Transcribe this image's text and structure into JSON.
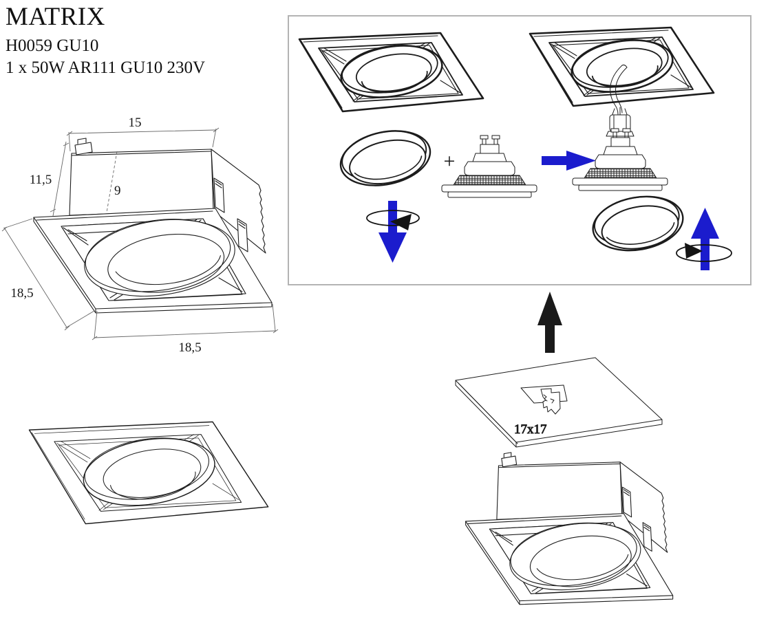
{
  "product": {
    "name": "MATRIX",
    "code": "H0059 GU10",
    "spec": "1 x 50W AR111 GU10 230V"
  },
  "dimensioned_drawing": {
    "top_width": "15",
    "side_height": "11,5",
    "inner_depth": "9",
    "left_depth": "18,5",
    "bottom_width": "18,5"
  },
  "installation_panel": {
    "plus_symbol": "+"
  },
  "cutout": {
    "label": "17x17"
  },
  "colors": {
    "arrow_blue": "#1b1ccd",
    "plus_blue": "#4d7fa0",
    "line": "#1c1c1c",
    "panel_border": "#b3b3b3",
    "background": "#ffffff"
  }
}
